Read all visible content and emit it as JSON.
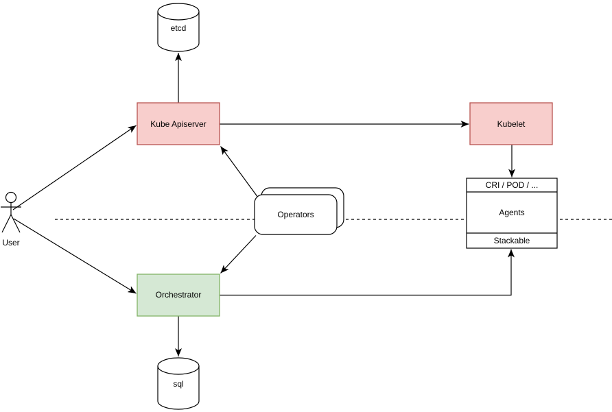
{
  "diagram": {
    "type": "architecture-diagram",
    "background": "#ffffff",
    "colors": {
      "line": "#000000",
      "red_node_fill": "#f8cecc",
      "red_node_stroke": "#b85450",
      "green_node_fill": "#d5e8d4",
      "green_node_stroke": "#82b366",
      "white_node_fill": "#ffffff"
    },
    "nodes": {
      "etcd": {
        "label": "etcd",
        "shape": "cylinder"
      },
      "kube_apiserver": {
        "label": "Kube Apiserver",
        "shape": "rectangle",
        "fill": "#f8cecc",
        "stroke": "#b85450"
      },
      "kubelet": {
        "label": "Kubelet",
        "shape": "rectangle",
        "fill": "#f8cecc",
        "stroke": "#b85450"
      },
      "operators": {
        "label": "Operators",
        "shape": "stacked-rounded-rectangle"
      },
      "orchestrator": {
        "label": "Orchestrator",
        "shape": "rectangle",
        "fill": "#d5e8d4",
        "stroke": "#82b366"
      },
      "agents": {
        "header": "CRI / POD / ...",
        "title": "Agents",
        "footer": "Stackable",
        "shape": "list"
      },
      "sql": {
        "label": "sql",
        "shape": "cylinder"
      },
      "user": {
        "label": "User",
        "shape": "actor"
      }
    },
    "edges": [
      {
        "from": "user",
        "to": "kube_apiserver",
        "arrow": "end"
      },
      {
        "from": "user",
        "to": "orchestrator",
        "arrow": "end"
      },
      {
        "from": "kube_apiserver",
        "to": "etcd",
        "arrow": "end"
      },
      {
        "from": "kube_apiserver",
        "to": "kubelet",
        "arrow": "end"
      },
      {
        "from": "kubelet",
        "to": "agents",
        "arrow": "end"
      },
      {
        "from": "operators",
        "to": "kube_apiserver",
        "arrow": "end"
      },
      {
        "from": "operators",
        "to": "orchestrator",
        "arrow": "end"
      },
      {
        "from": "orchestrator",
        "to": "agents_stackable",
        "arrow": "end"
      },
      {
        "from": "orchestrator",
        "to": "sql",
        "arrow": "end"
      }
    ],
    "separator": {
      "style": "dashed",
      "orientation": "horizontal"
    }
  }
}
